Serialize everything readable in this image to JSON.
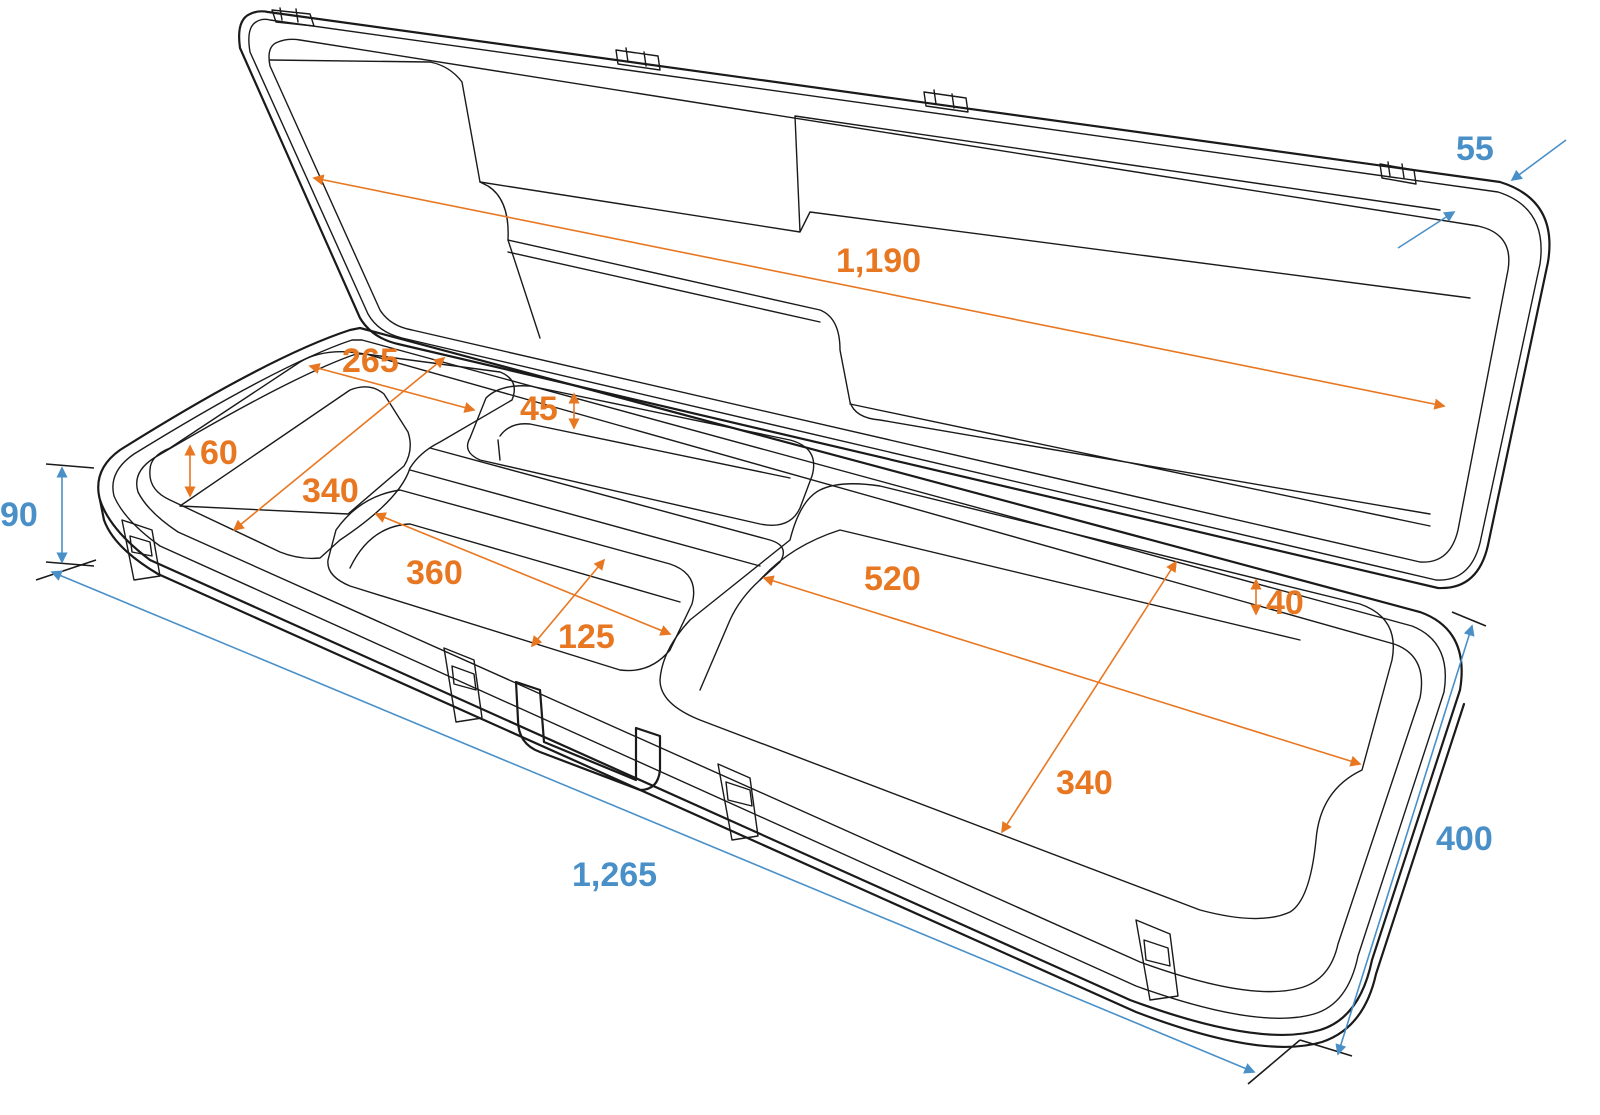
{
  "colors": {
    "outline": "#1a1a1a",
    "inner": "#e87722",
    "outer": "#4a90c8",
    "background": "#ffffff"
  },
  "dimensions": {
    "outer": {
      "length": "1,265",
      "depth": "400",
      "height": "90",
      "lid_height": "55"
    },
    "inner": {
      "lid_length": "1,190",
      "body_length": "520",
      "body_width": "340",
      "body_depth": "40",
      "headstock_length": "265",
      "headstock_diagonal": "340",
      "headstock_depth": "60",
      "accessory_depth": "45",
      "compartment_length": "360",
      "compartment_width": "125"
    }
  }
}
